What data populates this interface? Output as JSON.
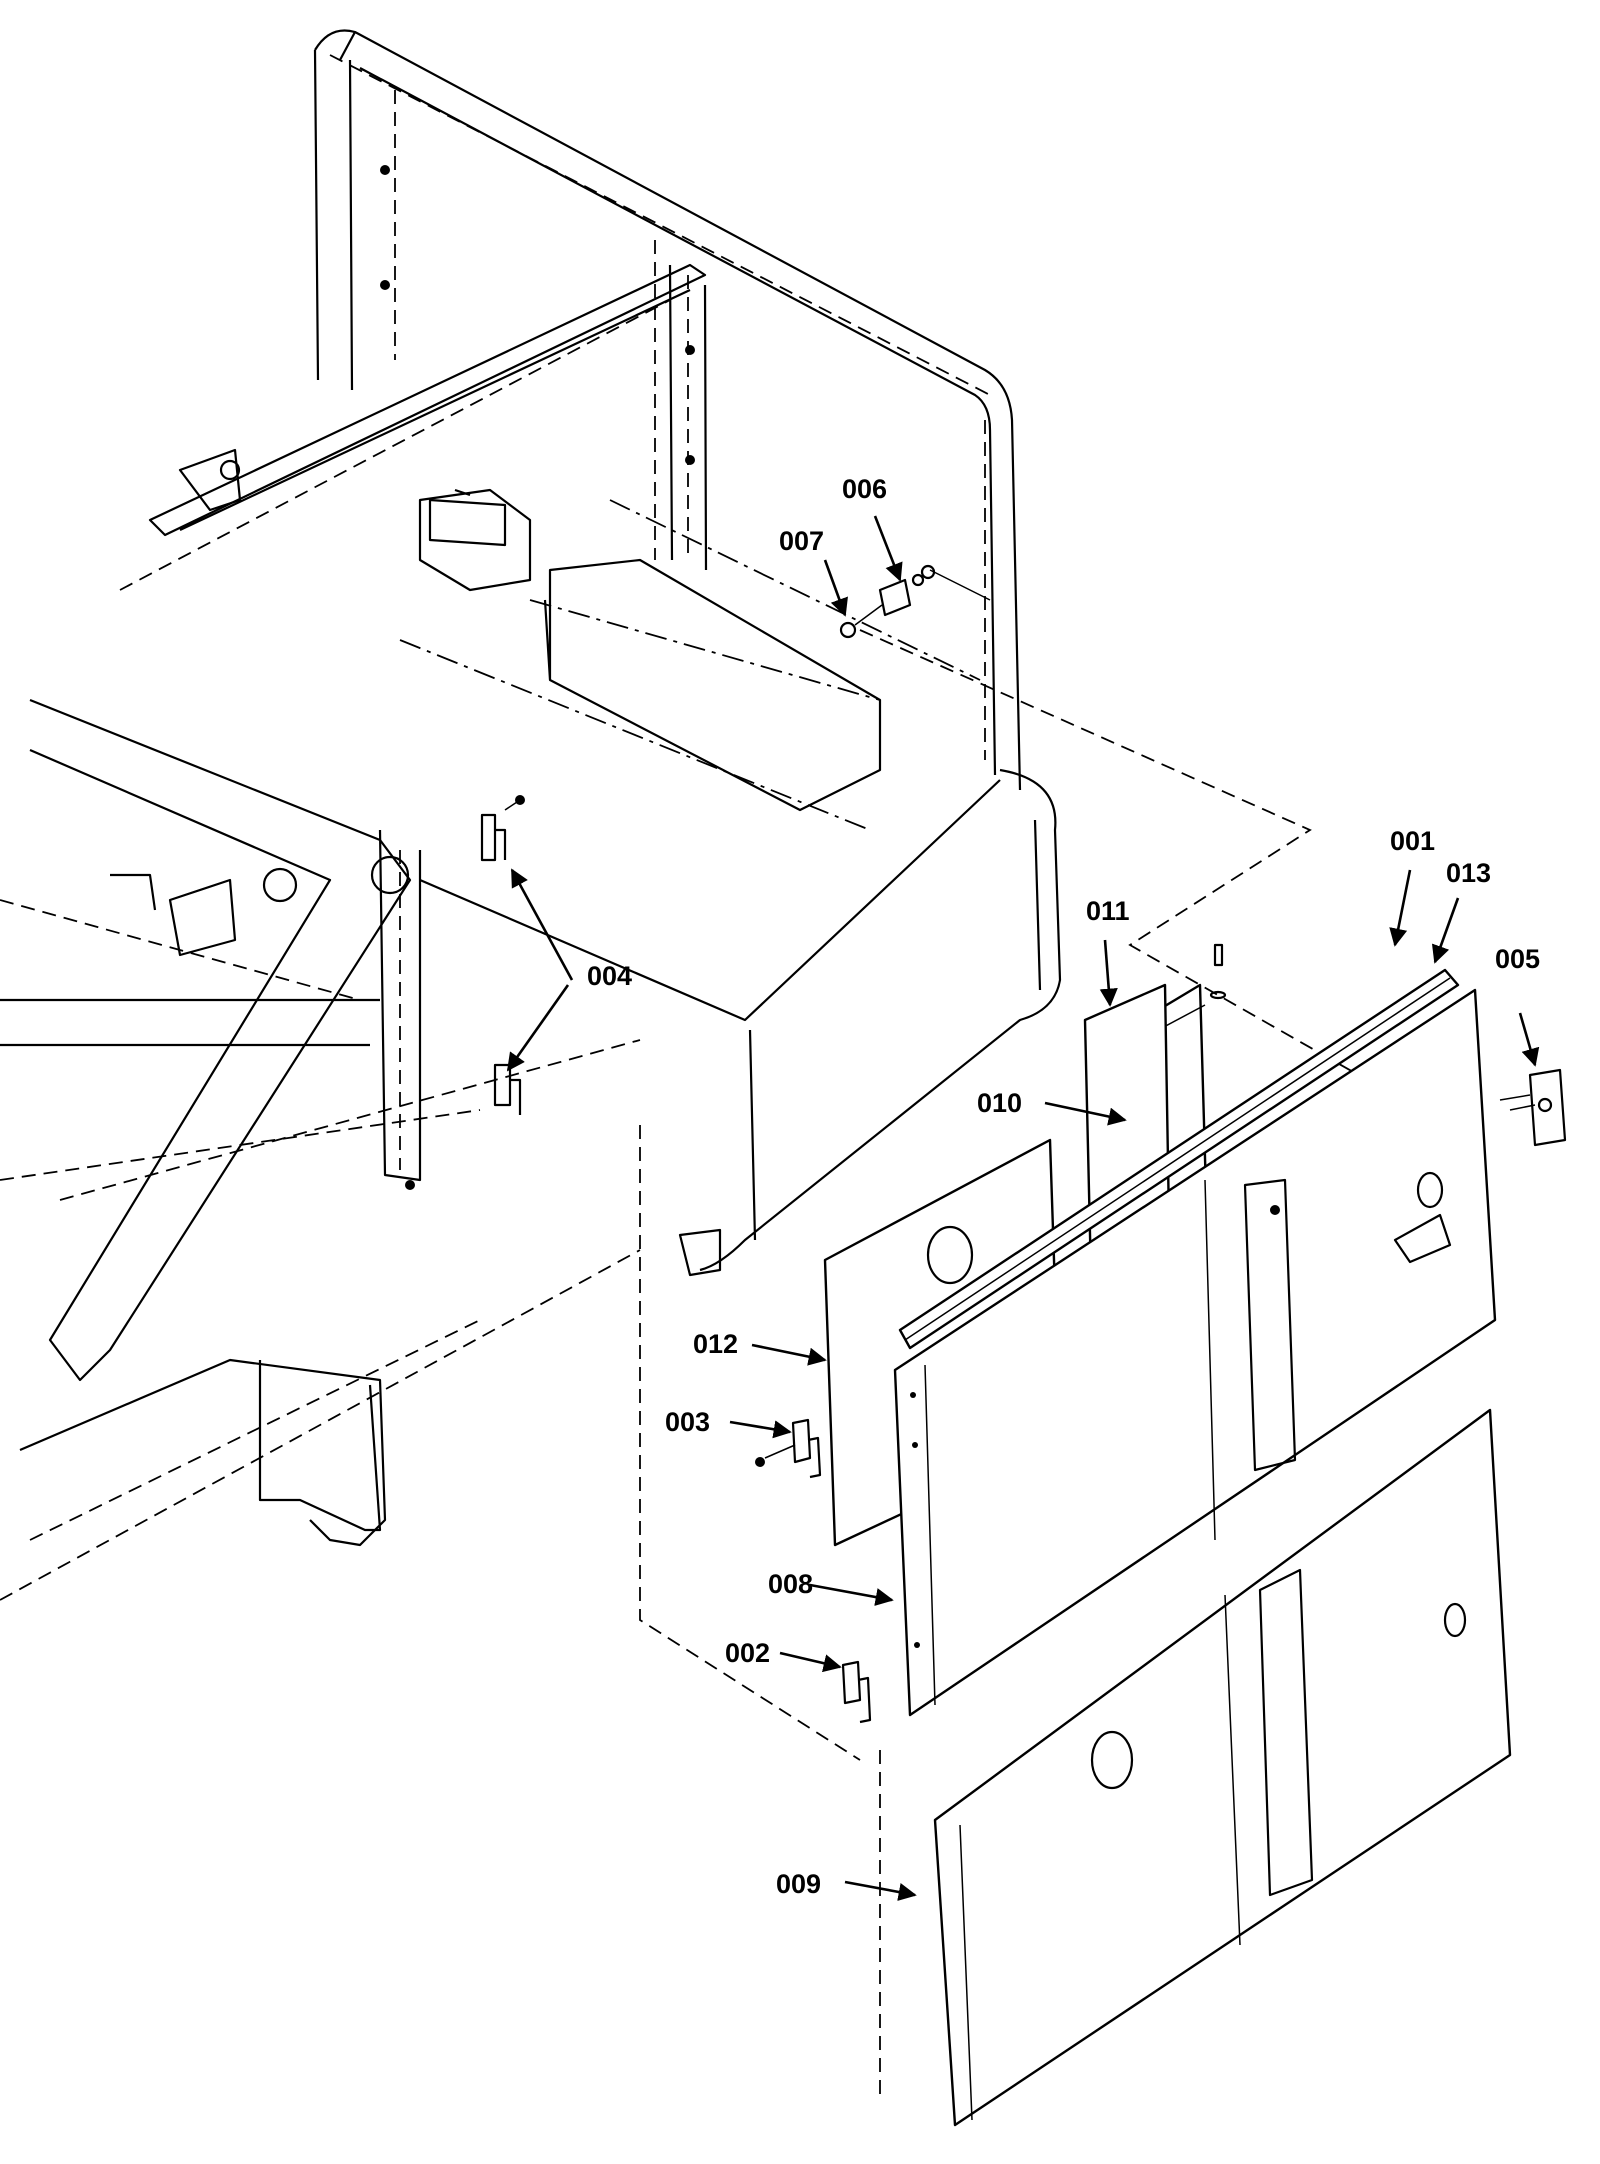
{
  "labels": {
    "p001": "001",
    "p002": "002",
    "p003": "003",
    "p004": "004",
    "p005": "005",
    "p006": "006",
    "p007": "007",
    "p008": "008",
    "p009": "009",
    "p010": "010",
    "p011": "011",
    "p012": "012",
    "p013": "013"
  },
  "colors": {
    "ink": "#000000",
    "paper": "#ffffff"
  }
}
